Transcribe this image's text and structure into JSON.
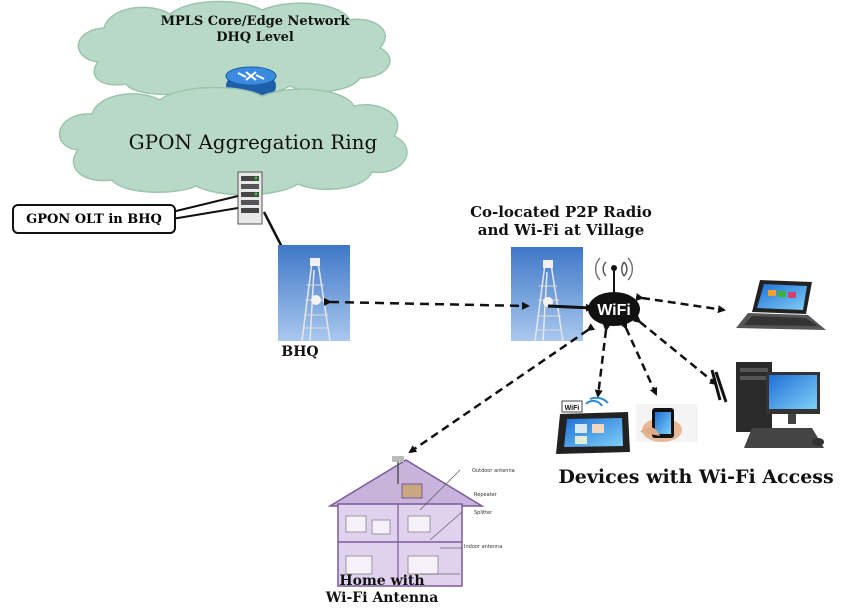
{
  "cloud_top": {
    "line1": "MPLS Core/Edge Network",
    "line2": "DHQ Level"
  },
  "cloud_ring": {
    "title": "GPON Aggregation Ring"
  },
  "olt": {
    "label": "GPON OLT in BHQ"
  },
  "bhq": {
    "label": "BHQ"
  },
  "village": {
    "line1": "Co-located P2P Radio",
    "line2": "and Wi-Fi at Village"
  },
  "wifi": {
    "text": "WiFi",
    "badge": "WiFi"
  },
  "devices": {
    "label": "Devices with Wi-Fi Access"
  },
  "home": {
    "line1": "Home with",
    "line2": "Wi-Fi Antenna",
    "callouts": [
      "Outdoor antenna",
      "Repeater",
      "Splitter",
      "Indoor antenna"
    ]
  },
  "colors": {
    "cloud": "#b9d9c7",
    "sky": "#6f9fd8",
    "arrow": "#111111",
    "house": "#d9c8e8"
  }
}
